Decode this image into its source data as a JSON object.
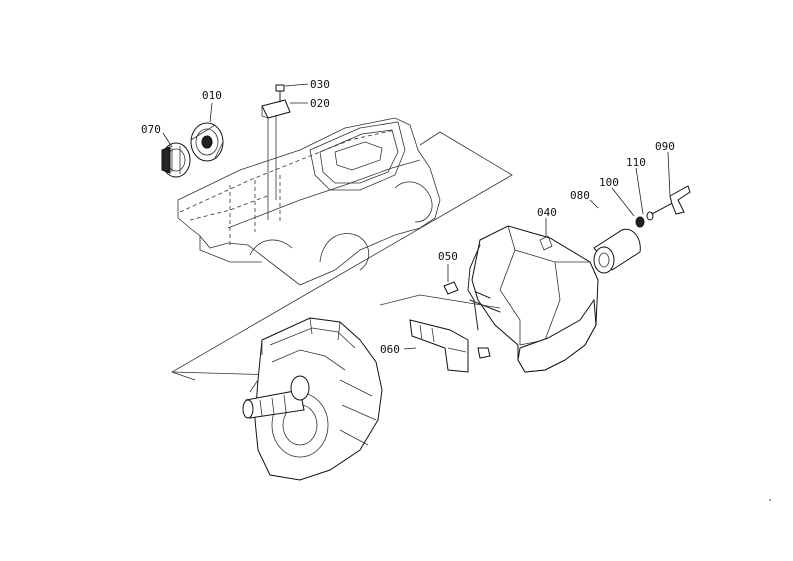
{
  "parts": [
    {
      "id": "p010",
      "number": "010"
    },
    {
      "id": "p020",
      "number": "020"
    },
    {
      "id": "p030",
      "number": "030"
    },
    {
      "id": "p040",
      "number": "040"
    },
    {
      "id": "p050",
      "number": "050"
    },
    {
      "id": "p060",
      "number": "060"
    },
    {
      "id": "p070",
      "number": "070"
    },
    {
      "id": "p080",
      "number": "080"
    },
    {
      "id": "p090",
      "number": "090"
    },
    {
      "id": "p100",
      "number": "100"
    },
    {
      "id": "p110",
      "number": "110"
    }
  ]
}
